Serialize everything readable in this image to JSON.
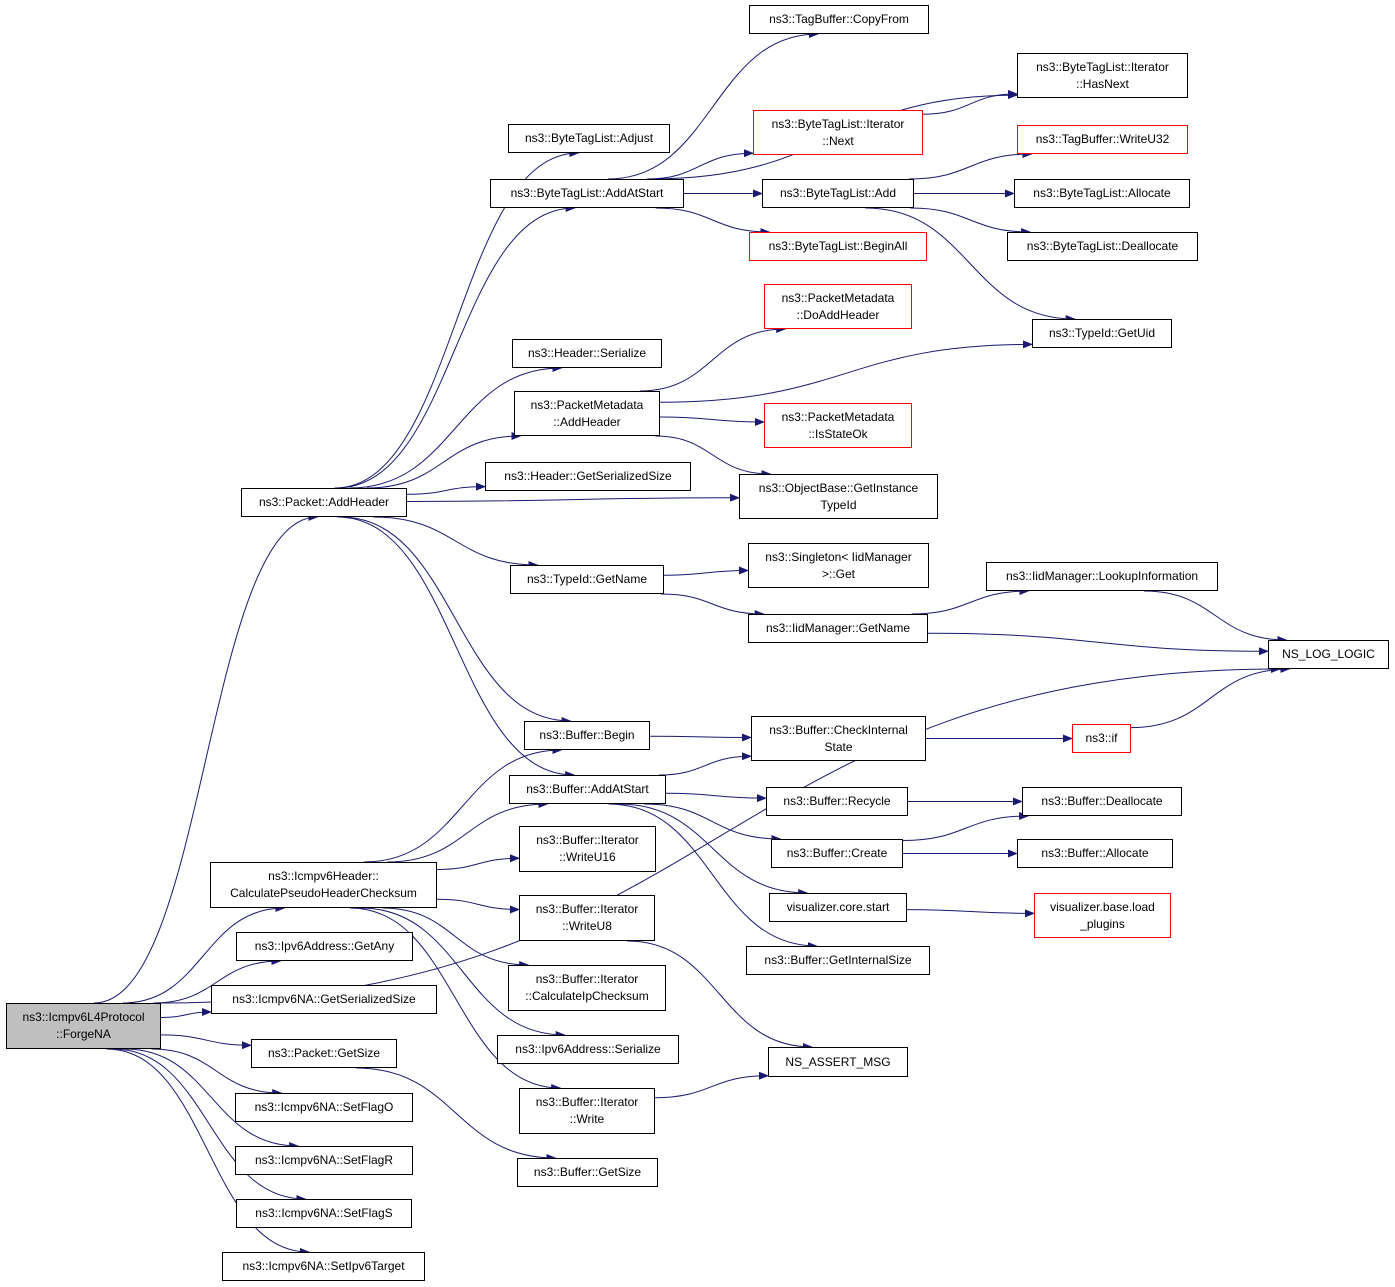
{
  "colors": {
    "edge": "#191970",
    "border": "#000000",
    "incomplete_border": "#ff0000",
    "root_fill": "#bfbfbf"
  },
  "nodes": [
    {
      "id": "forgeNA",
      "label": "ns3::Icmpv6L4Protocol\n::ForgeNA",
      "style": "root"
    },
    {
      "id": "addHeaderPkt",
      "label": "ns3::Packet::AddHeader",
      "style": "normal"
    },
    {
      "id": "calcPseudo",
      "label": "ns3::Icmpv6Header::\nCalculatePseudoHeaderChecksum",
      "style": "normal"
    },
    {
      "id": "ipv6GetAny",
      "label": "ns3::Ipv6Address::GetAny",
      "style": "normal"
    },
    {
      "id": "naGetSerSize",
      "label": "ns3::Icmpv6NA::GetSerializedSize",
      "style": "normal"
    },
    {
      "id": "pktGetSize",
      "label": "ns3::Packet::GetSize",
      "style": "normal"
    },
    {
      "id": "setFlagO",
      "label": "ns3::Icmpv6NA::SetFlagO",
      "style": "normal"
    },
    {
      "id": "setFlagR",
      "label": "ns3::Icmpv6NA::SetFlagR",
      "style": "normal"
    },
    {
      "id": "setFlagS",
      "label": "ns3::Icmpv6NA::SetFlagS",
      "style": "normal"
    },
    {
      "id": "setIpv6Target",
      "label": "ns3::Icmpv6NA::SetIpv6Target",
      "style": "normal"
    },
    {
      "id": "nsLogLogic",
      "label": "NS_LOG_LOGIC",
      "style": "normal"
    },
    {
      "id": "btlAdjust",
      "label": "ns3::ByteTagList::Adjust",
      "style": "normal"
    },
    {
      "id": "btlAddAtStart",
      "label": "ns3::ByteTagList::AddAtStart",
      "style": "normal"
    },
    {
      "id": "hdrSerialize",
      "label": "ns3::Header::Serialize",
      "style": "normal"
    },
    {
      "id": "pmAddHeader",
      "label": "ns3::PacketMetadata\n::AddHeader",
      "style": "normal"
    },
    {
      "id": "hdrGetSerSize",
      "label": "ns3::Header::GetSerializedSize",
      "style": "normal"
    },
    {
      "id": "obGetInstTypeId",
      "label": "ns3::ObjectBase::GetInstance\nTypeId",
      "style": "normal"
    },
    {
      "id": "typeIdGetName",
      "label": "ns3::TypeId::GetName",
      "style": "normal"
    },
    {
      "id": "bufBegin",
      "label": "ns3::Buffer::Begin",
      "style": "normal"
    },
    {
      "id": "bufAddAtStart",
      "label": "ns3::Buffer::AddAtStart",
      "style": "normal"
    },
    {
      "id": "tbCopyFrom",
      "label": "ns3::TagBuffer::CopyFrom",
      "style": "normal"
    },
    {
      "id": "btlIterHasNext",
      "label": "ns3::ByteTagList::Iterator\n::HasNext",
      "style": "normal"
    },
    {
      "id": "btlIterNext",
      "label": "ns3::ByteTagList::Iterator\n::Next",
      "style": "red"
    },
    {
      "id": "btlAdd",
      "label": "ns3::ByteTagList::Add",
      "style": "normal"
    },
    {
      "id": "btlBeginAll",
      "label": "ns3::ByteTagList::BeginAll",
      "style": "red"
    },
    {
      "id": "tbWriteU32",
      "label": "ns3::TagBuffer::WriteU32",
      "style": "red"
    },
    {
      "id": "btlAllocate",
      "label": "ns3::ByteTagList::Allocate",
      "style": "normal"
    },
    {
      "id": "btlDeallocate",
      "label": "ns3::ByteTagList::Deallocate",
      "style": "normal"
    },
    {
      "id": "typeIdGetUid",
      "label": "ns3::TypeId::GetUid",
      "style": "normal"
    },
    {
      "id": "pmDoAddHeader",
      "label": "ns3::PacketMetadata\n::DoAddHeader",
      "style": "red"
    },
    {
      "id": "pmIsStateOk",
      "label": "ns3::PacketMetadata\n::IsStateOk",
      "style": "red"
    },
    {
      "id": "singletonGet",
      "label": "ns3::Singleton< IidManager\n>::Get",
      "style": "normal"
    },
    {
      "id": "iidGetName",
      "label": "ns3::IidManager::GetName",
      "style": "normal"
    },
    {
      "id": "iidLookupInfo",
      "label": "ns3::IidManager::LookupInformation",
      "style": "normal"
    },
    {
      "id": "bufCheckInternal",
      "label": "ns3::Buffer::CheckInternal\nState",
      "style": "normal"
    },
    {
      "id": "ns3If",
      "label": "ns3::if",
      "style": "red"
    },
    {
      "id": "bufRecycle",
      "label": "ns3::Buffer::Recycle",
      "style": "normal"
    },
    {
      "id": "bufDeallocate",
      "label": "ns3::Buffer::Deallocate",
      "style": "normal"
    },
    {
      "id": "bufCreate",
      "label": "ns3::Buffer::Create",
      "style": "normal"
    },
    {
      "id": "bufAllocate",
      "label": "ns3::Buffer::Allocate",
      "style": "normal"
    },
    {
      "id": "vizCoreStart",
      "label": "visualizer.core.start",
      "style": "normal"
    },
    {
      "id": "vizBaseLoadPlugins",
      "label": "visualizer.base.load\n_plugins",
      "style": "red"
    },
    {
      "id": "bufGetInternalSize",
      "label": "ns3::Buffer::GetInternalSize",
      "style": "normal"
    },
    {
      "id": "iterWriteU16",
      "label": "ns3::Buffer::Iterator\n::WriteU16",
      "style": "normal"
    },
    {
      "id": "iterWriteU8",
      "label": "ns3::Buffer::Iterator\n::WriteU8",
      "style": "normal"
    },
    {
      "id": "iterCalcIpChecksum",
      "label": "ns3::Buffer::Iterator\n::CalculateIpChecksum",
      "style": "normal"
    },
    {
      "id": "ipv6Serialize",
      "label": "ns3::Ipv6Address::Serialize",
      "style": "normal"
    },
    {
      "id": "iterWrite",
      "label": "ns3::Buffer::Iterator\n::Write",
      "style": "normal"
    },
    {
      "id": "nsAssertMsg",
      "label": "NS_ASSERT_MSG",
      "style": "normal"
    },
    {
      "id": "bufGetSize",
      "label": "ns3::Buffer::GetSize",
      "style": "normal"
    }
  ],
  "edges": [
    {
      "from": "forgeNA",
      "to": "addHeaderPkt"
    },
    {
      "from": "forgeNA",
      "to": "nsLogLogic"
    },
    {
      "from": "forgeNA",
      "to": "calcPseudo"
    },
    {
      "from": "forgeNA",
      "to": "ipv6GetAny"
    },
    {
      "from": "forgeNA",
      "to": "naGetSerSize"
    },
    {
      "from": "forgeNA",
      "to": "pktGetSize"
    },
    {
      "from": "forgeNA",
      "to": "setFlagO"
    },
    {
      "from": "forgeNA",
      "to": "setFlagR"
    },
    {
      "from": "forgeNA",
      "to": "setFlagS"
    },
    {
      "from": "forgeNA",
      "to": "setIpv6Target"
    },
    {
      "from": "addHeaderPkt",
      "to": "btlAdjust"
    },
    {
      "from": "addHeaderPkt",
      "to": "btlAddAtStart"
    },
    {
      "from": "addHeaderPkt",
      "to": "hdrSerialize"
    },
    {
      "from": "addHeaderPkt",
      "to": "pmAddHeader"
    },
    {
      "from": "addHeaderPkt",
      "to": "hdrGetSerSize"
    },
    {
      "from": "addHeaderPkt",
      "to": "obGetInstTypeId"
    },
    {
      "from": "addHeaderPkt",
      "to": "typeIdGetName"
    },
    {
      "from": "addHeaderPkt",
      "to": "bufBegin"
    },
    {
      "from": "addHeaderPkt",
      "to": "bufAddAtStart"
    },
    {
      "from": "btlAddAtStart",
      "to": "tbCopyFrom"
    },
    {
      "from": "btlAddAtStart",
      "to": "btlIterHasNext"
    },
    {
      "from": "btlAddAtStart",
      "to": "btlIterNext"
    },
    {
      "from": "btlAddAtStart",
      "to": "btlAdd"
    },
    {
      "from": "btlAddAtStart",
      "to": "btlBeginAll"
    },
    {
      "from": "btlIterNext",
      "to": "btlIterHasNext"
    },
    {
      "from": "btlAdd",
      "to": "tbWriteU32"
    },
    {
      "from": "btlAdd",
      "to": "btlAllocate"
    },
    {
      "from": "btlAdd",
      "to": "btlDeallocate"
    },
    {
      "from": "btlAdd",
      "to": "typeIdGetUid"
    },
    {
      "from": "pmAddHeader",
      "to": "pmDoAddHeader"
    },
    {
      "from": "pmAddHeader",
      "to": "typeIdGetUid"
    },
    {
      "from": "pmAddHeader",
      "to": "pmIsStateOk"
    },
    {
      "from": "pmAddHeader",
      "to": "obGetInstTypeId"
    },
    {
      "from": "typeIdGetName",
      "to": "singletonGet"
    },
    {
      "from": "typeIdGetName",
      "to": "iidGetName"
    },
    {
      "from": "iidGetName",
      "to": "iidLookupInfo"
    },
    {
      "from": "iidGetName",
      "to": "nsLogLogic"
    },
    {
      "from": "iidLookupInfo",
      "to": "nsLogLogic"
    },
    {
      "from": "bufBegin",
      "to": "bufCheckInternal"
    },
    {
      "from": "bufCheckInternal",
      "to": "ns3If"
    },
    {
      "from": "ns3If",
      "to": "nsLogLogic"
    },
    {
      "from": "bufAddAtStart",
      "to": "bufCheckInternal"
    },
    {
      "from": "bufAddAtStart",
      "to": "bufRecycle"
    },
    {
      "from": "bufAddAtStart",
      "to": "bufCreate"
    },
    {
      "from": "bufAddAtStart",
      "to": "vizCoreStart"
    },
    {
      "from": "bufAddAtStart",
      "to": "bufGetInternalSize"
    },
    {
      "from": "bufRecycle",
      "to": "bufDeallocate"
    },
    {
      "from": "bufCreate",
      "to": "bufDeallocate"
    },
    {
      "from": "bufCreate",
      "to": "bufAllocate"
    },
    {
      "from": "vizCoreStart",
      "to": "vizBaseLoadPlugins"
    },
    {
      "from": "calcPseudo",
      "to": "bufBegin"
    },
    {
      "from": "calcPseudo",
      "to": "bufAddAtStart"
    },
    {
      "from": "calcPseudo",
      "to": "iterWriteU16"
    },
    {
      "from": "calcPseudo",
      "to": "iterWriteU8"
    },
    {
      "from": "calcPseudo",
      "to": "iterCalcIpChecksum"
    },
    {
      "from": "calcPseudo",
      "to": "ipv6Serialize"
    },
    {
      "from": "calcPseudo",
      "to": "iterWrite"
    },
    {
      "from": "iterWriteU8",
      "to": "nsAssertMsg"
    },
    {
      "from": "iterWrite",
      "to": "nsAssertMsg"
    },
    {
      "from": "pktGetSize",
      "to": "bufGetSize"
    }
  ]
}
